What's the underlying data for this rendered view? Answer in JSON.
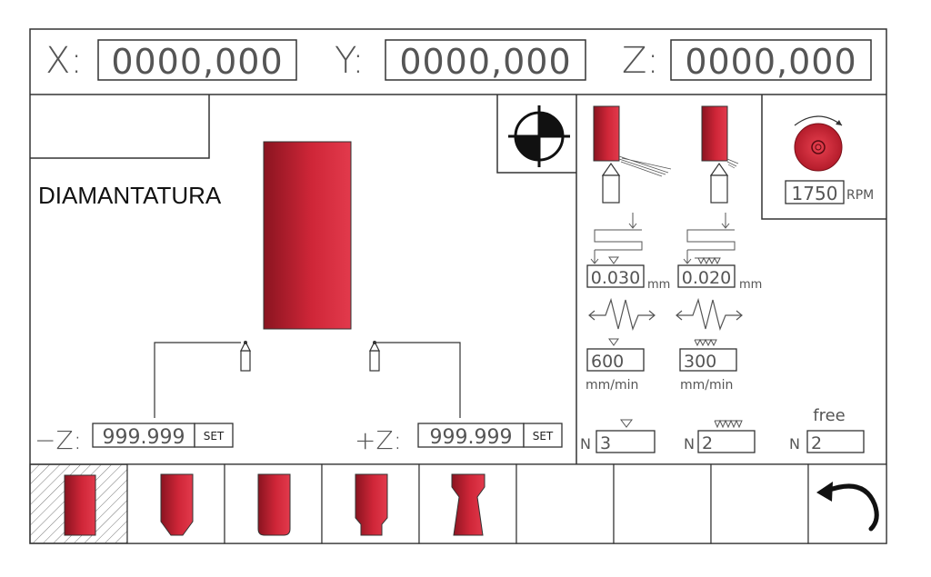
{
  "axes": {
    "x": {
      "label": "X:",
      "value": "0000,000"
    },
    "y": {
      "label": "Y:",
      "value": "0000,000"
    },
    "z": {
      "label": "Z:",
      "value": "0000,000"
    }
  },
  "mode_title": "DIAMANTATURA",
  "minus_z": {
    "label": "−Z:",
    "value": "999.999",
    "set_label": "SET"
  },
  "plus_z": {
    "label": "+Z:",
    "value": "999.999",
    "set_label": "SET"
  },
  "spindle": {
    "speed": "1750",
    "unit": "RPM"
  },
  "pass_roughing": {
    "depth": "0.030",
    "depth_unit": "mm",
    "feed": "600",
    "feed_unit": "mm/min",
    "count_label": "N",
    "count": "3"
  },
  "pass_finishing": {
    "depth": "0.020",
    "depth_unit": "mm",
    "feed": "300",
    "feed_unit": "mm/min",
    "count_label": "N",
    "count": "2"
  },
  "pass_free": {
    "title": "free",
    "count_label": "N",
    "count": "2"
  },
  "toolbar": {
    "tools": [
      "flat-wheel-icon",
      "bevel-wheel-icon",
      "round-wheel-icon",
      "step-wheel-icon",
      "cup-wheel-icon"
    ],
    "back": "back-arrow-icon"
  },
  "colors": {
    "accent": "#d42a3a",
    "accent_dark": "#7a1019",
    "line": "#333333"
  }
}
